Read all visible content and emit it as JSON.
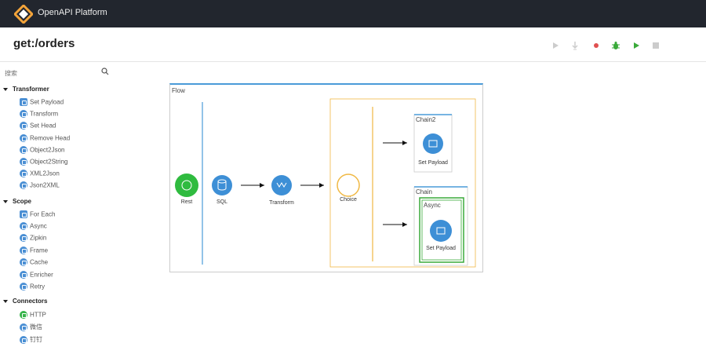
{
  "app": {
    "title": "OpenAPI Platform"
  },
  "page": {
    "title": "get:/orders"
  },
  "toolbar": {
    "icons": [
      "play-icon",
      "step-down-icon",
      "breakpoint-icon",
      "debug-bug-icon",
      "run-icon",
      "stop-icon"
    ]
  },
  "search": {
    "placeholder": "搜索"
  },
  "sidebar": {
    "groups": [
      {
        "label": "Transformer",
        "items": [
          "Set Payload",
          "Transform",
          "Set Head",
          "Remove Head",
          "Object2Json",
          "Object2String",
          "XML2Json",
          "Json2XML"
        ]
      },
      {
        "label": "Scope",
        "items": [
          "For Each",
          "Async",
          "Zipkin",
          "Frame",
          "Cache",
          "Enricher",
          "Retry"
        ]
      },
      {
        "label": "Connectors",
        "items": [
          "HTTP",
          "微信",
          "钉钉"
        ]
      }
    ]
  },
  "flow": {
    "title": "Flow",
    "nodes": {
      "rest": "Rest",
      "sql": "SQL",
      "transform": "Transform",
      "choice": "Choice"
    },
    "chain2": {
      "title": "Chain2",
      "node": "Set Payload"
    },
    "chain": {
      "title": "Chain",
      "async_title": "Async",
      "node": "Set Payload"
    }
  },
  "colors": {
    "topbar": "#22262e",
    "accent_blue": "#4a9bd8",
    "node_blue": "#3d8fd6",
    "rest_green": "#2fbb3f",
    "choice_border": "#f0b843",
    "async_green": "#3aaa3a"
  }
}
